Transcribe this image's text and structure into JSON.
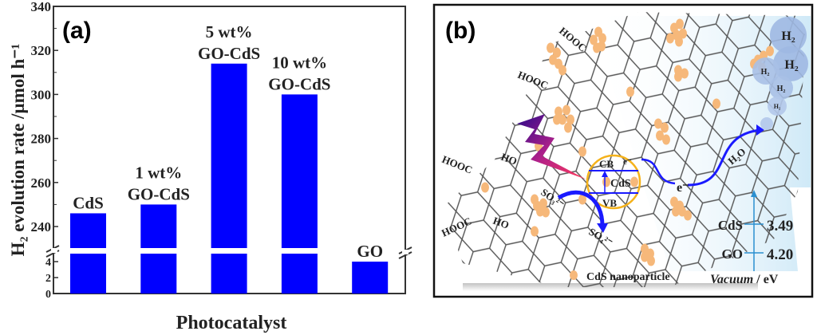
{
  "chart_data": {
    "type": "bar",
    "panel_label": "(a)",
    "title": "",
    "xlabel": "Photocatalyst",
    "ylabel": "H₂ evolution rate /µmol h⁻¹",
    "categories": [
      "CdS",
      "1 wt% GO-CdS",
      "5 wt% GO-CdS",
      "10 wt% GO-CdS",
      "GO"
    ],
    "bar_labels": [
      [
        "CdS"
      ],
      [
        "1 wt%",
        "GO-CdS"
      ],
      [
        "5 wt%",
        "GO-CdS"
      ],
      [
        "10 wt%",
        "GO-CdS"
      ],
      [
        "GO"
      ]
    ],
    "values": [
      246,
      250,
      314,
      300,
      4
    ],
    "ylim_upper": [
      228,
      340
    ],
    "ylim_lower": [
      0,
      5
    ],
    "upper_ticks": [
      "240",
      "260",
      "280",
      "300",
      "320",
      "340"
    ],
    "lower_ticks": [
      "0",
      "2",
      "4"
    ],
    "axis_break": true,
    "grid": false,
    "bar_color": "#0000ff"
  },
  "diagram": {
    "panel_label": "(b)",
    "hooc": [
      "HOOC",
      "HOOC",
      "HOOC",
      "HOOC"
    ],
    "ho": [
      "HO",
      "HO"
    ],
    "h2_bubbles": [
      "H₂",
      "H₂",
      "H₂",
      "H₂",
      "H₂"
    ],
    "cb": "CB",
    "vb": "VB",
    "cds_center": "CdS",
    "electron": "e⁻",
    "electron_cb": "e⁻",
    "h2o": "H₂O",
    "so3": "SO₃²⁻",
    "so4": "SO₄²⁻",
    "energy_levels": [
      {
        "name": "CdS",
        "value": "3.49"
      },
      {
        "name": "GO",
        "value": "4.20"
      }
    ],
    "legend_particle": "CdS nanoparticle",
    "axis_label_italic": "Vacuum",
    "axis_label_unit": " / eV",
    "colors": {
      "arrow": "#1a1aff",
      "circle": "#f5b21a",
      "particle": "#f6b87a",
      "energy_axis": "#2a8fd0"
    }
  }
}
